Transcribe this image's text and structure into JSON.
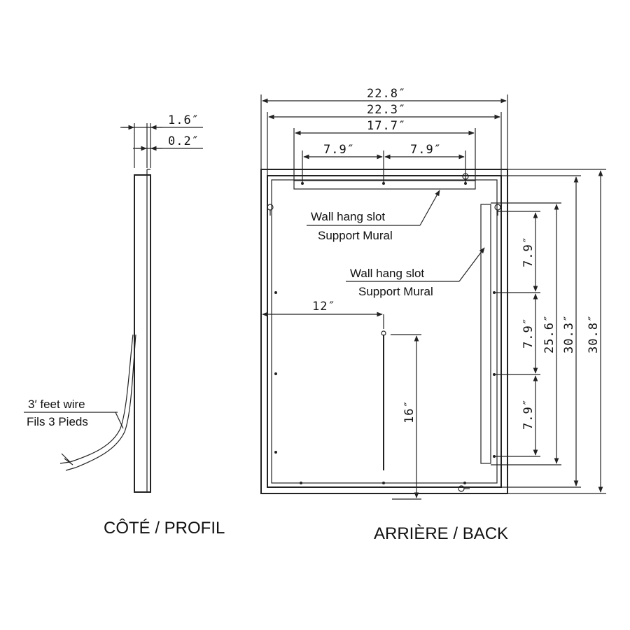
{
  "side_view": {
    "title": "CÔTÉ / PROFIL",
    "dim_depth": "1.6″",
    "dim_thin": "0.2″",
    "wire_label_en": "3′ feet wire",
    "wire_label_fr": "Fils 3 Pieds"
  },
  "back_view": {
    "title": "ARRIÈRE / BACK",
    "dim_overall_width": "22.8″",
    "dim_frame_width": "22.3″",
    "dim_slot_width": "17.7″",
    "dim_top_left_spacing": "7.9″",
    "dim_top_right_spacing": "7.9″",
    "slot_label_top_en": "Wall hang slot",
    "slot_label_top_fr": "Support Mural",
    "slot_label_side_en": "Wall hang slot",
    "slot_label_side_fr": "Support Mural",
    "dim_center_offset": "12″",
    "dim_center_bar": "16″",
    "dim_side_spacing_1": "7.9″",
    "dim_side_spacing_2": "7.9″",
    "dim_side_spacing_3": "7.9″",
    "dim_side_slot_height": "25.6″",
    "dim_frame_height": "30.3″",
    "dim_overall_height": "30.8″"
  }
}
